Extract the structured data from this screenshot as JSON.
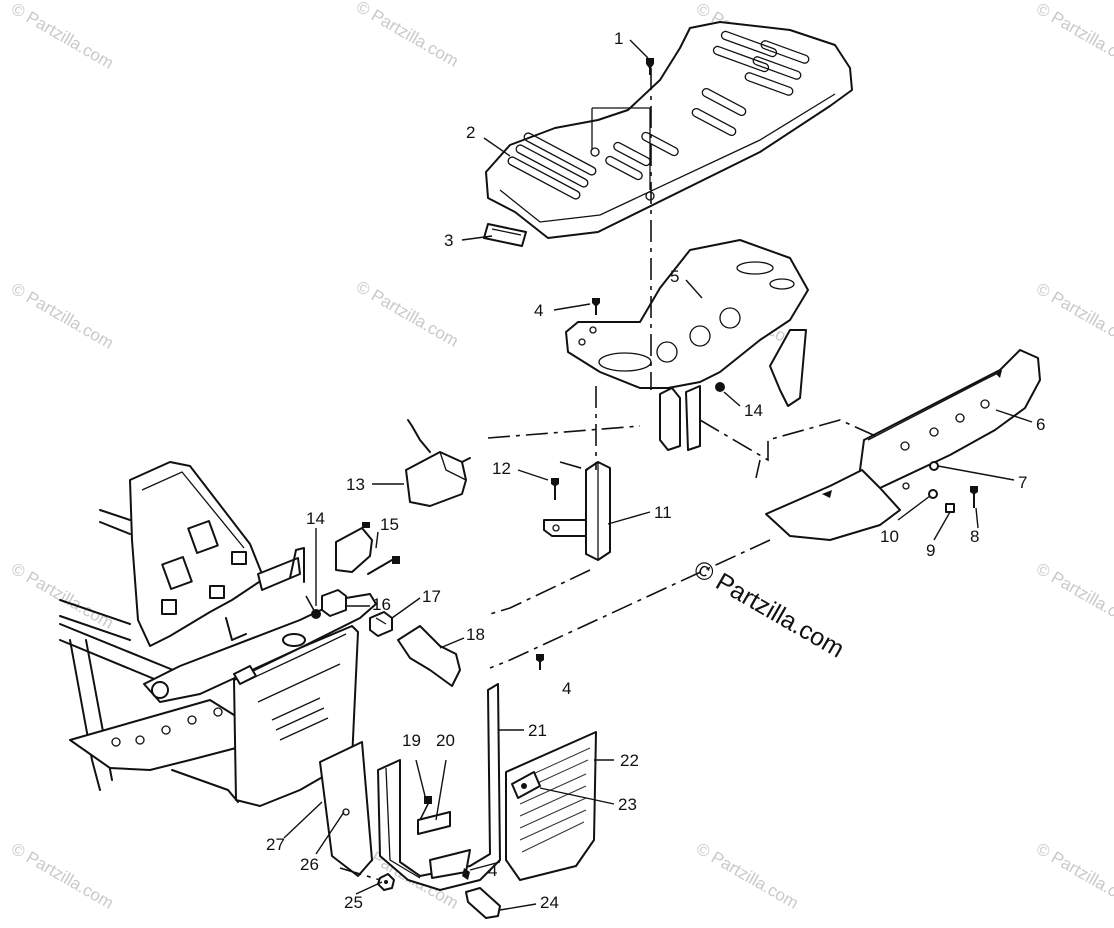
{
  "watermark": {
    "small_text": "© Partzilla.com",
    "large_text": "© Partzilla.com"
  },
  "callouts": [
    {
      "id": "1",
      "label": "1"
    },
    {
      "id": "2",
      "label": "2"
    },
    {
      "id": "3",
      "label": "3"
    },
    {
      "id": "4a",
      "label": "4"
    },
    {
      "id": "5",
      "label": "5"
    },
    {
      "id": "6",
      "label": "6"
    },
    {
      "id": "7",
      "label": "7"
    },
    {
      "id": "8",
      "label": "8"
    },
    {
      "id": "9",
      "label": "9"
    },
    {
      "id": "10",
      "label": "10"
    },
    {
      "id": "11",
      "label": "11"
    },
    {
      "id": "12",
      "label": "12"
    },
    {
      "id": "13",
      "label": "13"
    },
    {
      "id": "14a",
      "label": "14"
    },
    {
      "id": "14b",
      "label": "14"
    },
    {
      "id": "15",
      "label": "15"
    },
    {
      "id": "16",
      "label": "16"
    },
    {
      "id": "17",
      "label": "17"
    },
    {
      "id": "18",
      "label": "18"
    },
    {
      "id": "4b",
      "label": "4"
    },
    {
      "id": "21",
      "label": "21"
    },
    {
      "id": "19",
      "label": "19"
    },
    {
      "id": "20",
      "label": "20"
    },
    {
      "id": "22",
      "label": "22"
    },
    {
      "id": "23",
      "label": "23"
    },
    {
      "id": "27",
      "label": "27"
    },
    {
      "id": "26",
      "label": "26"
    },
    {
      "id": "4c",
      "label": "4"
    },
    {
      "id": "25",
      "label": "25"
    },
    {
      "id": "24",
      "label": "24"
    }
  ]
}
